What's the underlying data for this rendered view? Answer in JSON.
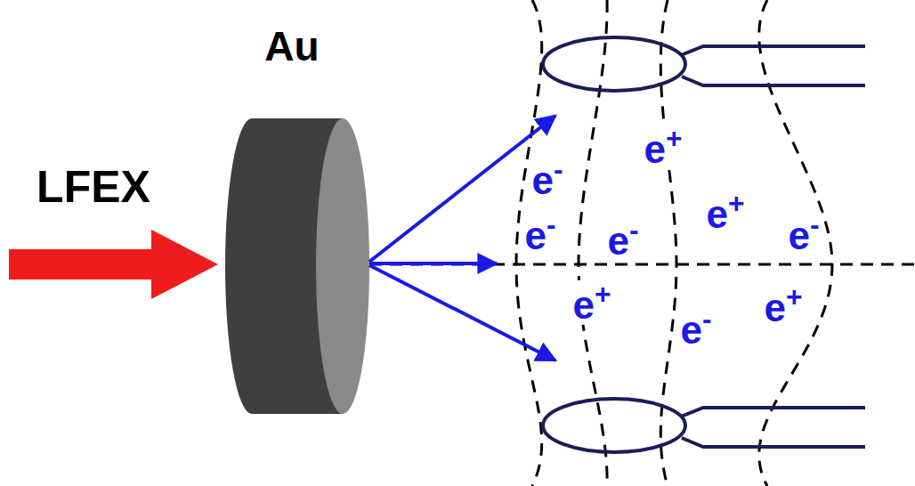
{
  "diagram": {
    "labels": [
      "LFEX",
      "Au",
      "e+",
      "e-",
      "e-",
      "e-",
      "e+",
      "e-",
      "e+",
      "e-",
      "e+"
    ]
  }
}
